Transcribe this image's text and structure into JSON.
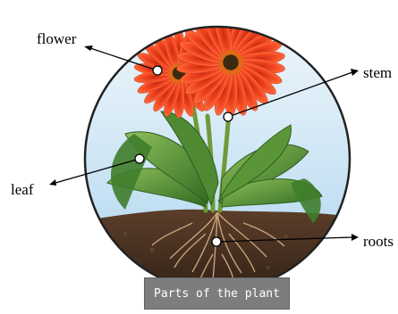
{
  "labels": {
    "flower": "flower",
    "stem": "stem",
    "leaf": "leaf",
    "roots": "roots"
  },
  "caption": "Parts of the plant",
  "colors": {
    "sky": "#cfe6f5",
    "soil": "#4a3323",
    "stem": "#6f9a3a",
    "leaf": "#3f7d2b",
    "petal": "#f0431f",
    "flower_center": "#3a2a10",
    "caption_bg": "#7d7d7d"
  }
}
